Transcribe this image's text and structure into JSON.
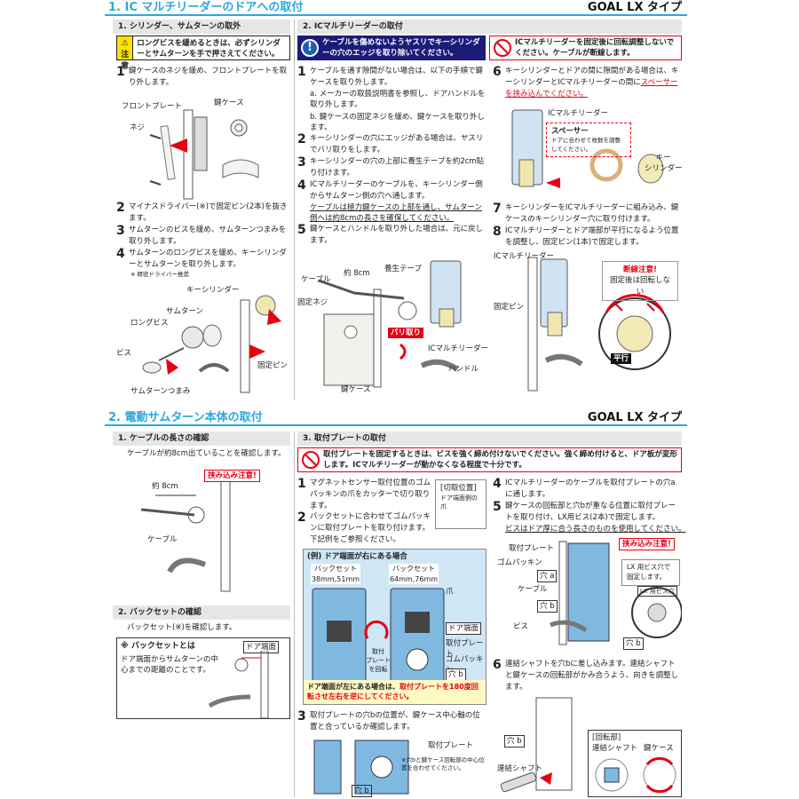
{
  "sec1": {
    "title": "1. IC マルチリーダーのドアへの取付",
    "type": "GOAL LX タイプ"
  },
  "sec2": {
    "title": "2. 電動サムターン本体の取付",
    "type": "GOAL LX タイプ"
  },
  "p1": {
    "title": "1. シリンダー、サムターンの取外",
    "caution_tag": "注意",
    "caution": "ロングビスを緩めるときは、必ずシリンダーとサムターンを手で押さえてください。",
    "s1n": "1",
    "s1": "鍵ケースのネジを緩め、フロントプレートを取り外します。",
    "l_front": "フロントプレート",
    "l_neji": "ネジ",
    "l_case": "鍵ケース",
    "s2n": "2",
    "s2": "マイナスドライバー(※)で固定ピン(2本)を抜きます。",
    "s3n": "3",
    "s3": "サムターンのビスを緩め、サムターンつまみを取り外します。",
    "s4n": "4",
    "s4": "サムターンのロングビスを緩め、キーシリンダーとサムターンを取り外します。",
    "note": "※ 精密ドライバー推奨",
    "l_keycyl": "キーシリンダー",
    "l_thumbturn": "サムターン",
    "l_longbis": "ロングビス",
    "l_bis": "ビス",
    "l_knob": "サムターンつまみ",
    "l_pin": "固定ピン"
  },
  "p2": {
    "title": "2. ICマルチリーダーの取付",
    "notice": "ケーブルを傷めないようヤスリでキーシリンダーの穴のエッジを取り除いてください。",
    "prohib": "ICマルチリーダーを固定後に回転調整しないでください。ケーブルが断線します。",
    "s1n": "1",
    "s1": "ケーブルを通す隙間がない場合は、以下の手順で鍵ケースを取り外します。",
    "s1a": "a. メーカーの取扱説明書を参照し、ドアハンドルを取り外します。",
    "s1b": "b. 鍵ケースの固定ネジを緩め、鍵ケースを取り外します。",
    "s2n": "2",
    "s2": "キーシリンダーの穴にエッジがある場合は、ヤスリでバリ取りをします。",
    "s3n": "3",
    "s3": "キーシリンダーの穴の上部に養生テープを約2cm貼り付けます。",
    "s4n": "4",
    "s4": "ICマルチリーダーのケーブルを、キーシリンダー側からサムターン側の穴へ通します。",
    "s4w": "ケーブルは極力鍵ケースの上部を通し、サムターン側へは約8cmの長さを確保してください。",
    "s5n": "5",
    "s5": "鍵ケースとハンドルを取り外した場合は、元に戻します。",
    "l_cable": "ケーブル",
    "l_8cm": "約 8cm",
    "l_tape": "養生テープ",
    "l_screw": "固定ネジ",
    "l_bari": "バリ取り",
    "l_reader": "ICマルチリーダー",
    "l_handle": "ハンドル",
    "l_case": "鍵ケース",
    "s6n": "6",
    "s6": "キーシリンダーとドアの間に隙間がある場合は、キーシリンダーとICマルチリーダーの間に",
    "s6w": "スペーサーを挟み込んでください。",
    "l_reader2": "ICマルチリーダー",
    "l_spacer": "スペーサー",
    "l_spacer_note": "ドアに合わせて枚数を調整してください。",
    "l_keycyl": "キー\nシリンダー",
    "s7n": "7",
    "s7": "キーシリンダーをICマルチリーダーに組み込み、鍵ケースのキーシリンダー穴に取り付けます。",
    "s8n": "8",
    "s8": "ICマルチリーダーとドア端部が平行になるよう位置を調整し、固定ピン(1本)で固定します。",
    "l_reader3": "ICマルチリーダー",
    "l_pin": "固定ピン",
    "l_cut_title": "断線注意!",
    "l_cut": "固定後は回転しない",
    "l_parallel": "平行"
  },
  "p3": {
    "title": "1. ケーブルの長さの確認",
    "text": "ケーブルが約8cm出ていることを確認します。",
    "l_8cm": "約 8cm",
    "l_pinch": "挟み込み注意!",
    "l_cable": "ケーブル"
  },
  "p4": {
    "title": "2. バックセットの確認",
    "text": "バックセット(※)を確認します。",
    "box_title": "※ バックセットとは",
    "box_text": "ドア端面からサムターンの中心までの距離のことです。",
    "l_edge": "ドア端面"
  },
  "p5": {
    "title": "3. 取付プレートの取付",
    "prohib": "取付プレートを固定するときは、ビスを強く締め付けないでください。強く締め付けると、ドア板が変形します。ICマルチリーダーが動かなくなる程度で十分です。",
    "s1n": "1",
    "s1": "マグネットセンサー取付位置のゴムパッキンの爪をカッターで切り取ります。",
    "cut_title": "[切取位置]",
    "cut_text": "ドア端面側の爪",
    "s2n": "2",
    "s2": "バックセットに合わせてゴムパッキンに取付プレートを取り付けます。下記例をご参照ください。",
    "ex_title": "(例) ドア端面が右にある場合",
    "bs1": "バックセット\n38mm,51mm",
    "bs2": "バックセット\n64mm,76mm",
    "l_claw": "爪",
    "l_edge": "ドア端面",
    "l_plate": "取付プレート",
    "l_packing": "ゴムパッキン",
    "l_hole_b": "穴 b",
    "l_rotate": "取付\nプレート\nを回転",
    "ex_warn_a": "ドア端面が左にある場合は、",
    "ex_warn_b": "取付プレートを180度回転させ左右を逆にしてください。",
    "s3n": "3",
    "s3": "取付プレートの穴bの位置が、鍵ケース中心軸の位置と合っているか確認します。",
    "l_plate2": "取付プレート",
    "l_note": "※穴bと鍵ケース回転部の中心位置を合わせてください。",
    "l_hole_b2": "穴 b",
    "s4n": "4",
    "s4": "ICマルチリーダーのケーブルを取付プレートの穴aに通します。",
    "s5n": "5",
    "s5": "鍵ケースの回転部と穴bが重なる位置に取付プレートを取り付け、LX用ビス(2本)で固定します。",
    "s5w": "ビスはドア厚に合う長さのものを使用してください。",
    "l_plate3": "取付プレート",
    "l_packing2": "ゴムパッキン",
    "l_hole_a": "穴 a",
    "l_cable": "ケーブル",
    "l_hole_b3": "穴 b",
    "l_bis": "ビス",
    "l_pinch": "挟み込み注意!",
    "l_lxhole": "LX 用ビス穴で固定します。",
    "l_lxhole2": "LX 用ビス穴",
    "l_hole_b4": "穴 b",
    "s6n": "6",
    "s6": "連結シャフトを穴bに差し込みます。連結シャフトと鍵ケースの回転部がかみ合うよう、向きを調整します。",
    "l_hole_b5": "穴 b",
    "l_shaft": "連結シャフト",
    "rot_title": "[回転部]",
    "rot_shaft": "連結シャフト",
    "rot_case": "鍵ケース"
  },
  "colors": {
    "accent": "#2aa8df",
    "warn": "#e60012",
    "caution": "#ffe100",
    "notice": "#1b1b7a"
  }
}
